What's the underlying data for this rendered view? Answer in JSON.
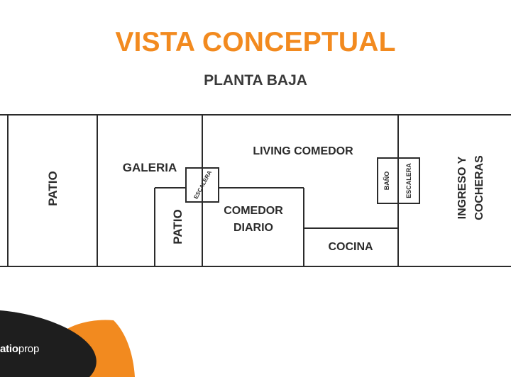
{
  "header": {
    "title": "VISTA CONCEPTUAL",
    "subtitle": "PLANTA BAJA"
  },
  "rooms": {
    "patio_left": "PATIO",
    "galeria": "GALERIA",
    "escalera_galeria": "ESCALERA",
    "patio_inner": "PATIO",
    "living_comedor": "LIVING COMEDOR",
    "comedor_diario_line1": "COMEDOR",
    "comedor_diario_line2": "DIARIO",
    "cocina": "COCINA",
    "bano": "BAÑO",
    "escalera_right": "ESCALERA",
    "ingreso_line1": "INGRESO Y",
    "ingreso_line2": "COCHERAS"
  },
  "colors": {
    "accent": "#f28a1f",
    "text_dark": "#2b2b2b",
    "brand_dark": "#1e1e1e"
  },
  "brand": {
    "text_bold": "atio",
    "text_regular": "prop"
  }
}
